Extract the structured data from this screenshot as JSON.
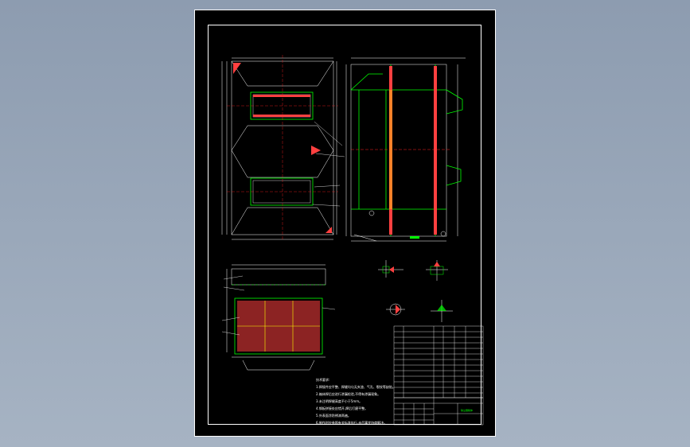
{
  "colors": {
    "background": "#000000",
    "outline": "#00ff00",
    "dimension": "#ffffff",
    "centerline": "#ff2020",
    "hatch": "#ff4040",
    "accent": "#ffff00"
  },
  "notes": {
    "heading": "技术要求:",
    "lines": [
      "1.焊接件应平整、焊缝均匀无夹渣、气孔、裂纹等缺陷。",
      "2.箱体焊后应进行渗漏检验,不得有渗漏现象。",
      "3.未注明焊缝高度不小于5mm。",
      "4.钢板拼接处应错开,焊后打磨平整。",
      "5.外表面涂防锈漆两遍。",
      "6.制作时应参照有关标准执行,未尽事宜协商解决。"
    ]
  },
  "title_block": {
    "drawing_name": "除尘器箱体"
  }
}
